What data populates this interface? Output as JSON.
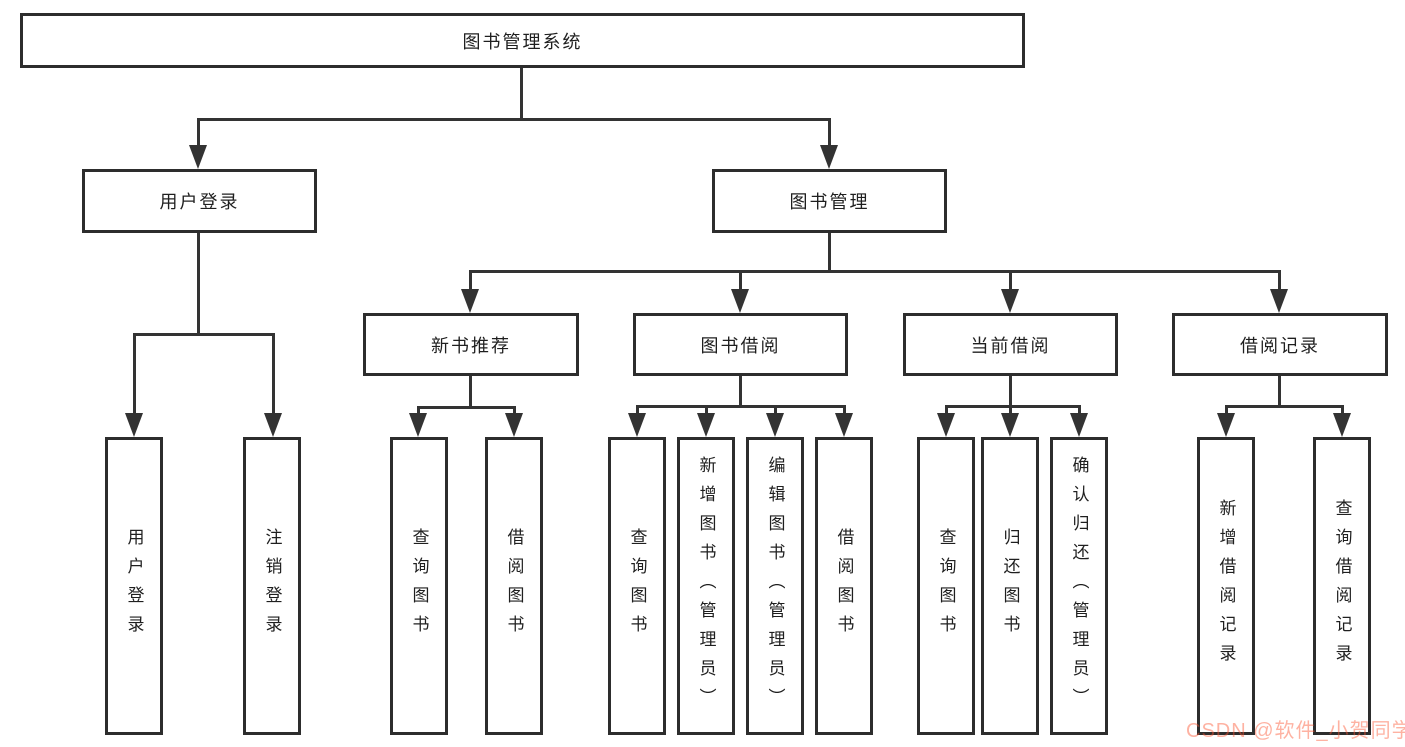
{
  "tree": {
    "label": "图书管理系统",
    "children": [
      {
        "label": "用户登录",
        "children": [
          {
            "label": "用户登录"
          },
          {
            "label": "注销登录"
          }
        ]
      },
      {
        "label": "图书管理",
        "children": [
          {
            "label": "新书推荐",
            "children": [
              {
                "label": "查询图书"
              },
              {
                "label": "借阅图书"
              }
            ]
          },
          {
            "label": "图书借阅",
            "children": [
              {
                "label": "查询图书"
              },
              {
                "label": "新增图书（管理员）"
              },
              {
                "label": "编辑图书（管理员）"
              },
              {
                "label": "借阅图书"
              }
            ]
          },
          {
            "label": "当前借阅",
            "children": [
              {
                "label": "查询图书"
              },
              {
                "label": "归还图书"
              },
              {
                "label": "确认归还（管理员）"
              }
            ]
          },
          {
            "label": "借阅记录",
            "children": [
              {
                "label": "新增借阅记录"
              },
              {
                "label": "查询借阅记录"
              }
            ]
          }
        ]
      }
    ]
  },
  "watermark": {
    "text": "CSDN @软件_小贺同学"
  },
  "colors": {
    "line": "#333333",
    "box_border": "#2d2d2d",
    "text": "#1f1f1f",
    "background": "#ffffff",
    "watermark": "#fc5531"
  }
}
